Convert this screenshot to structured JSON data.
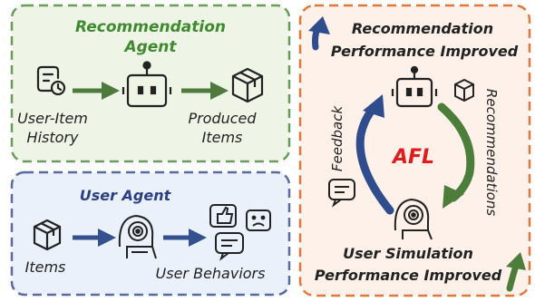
{
  "rec_agent": {
    "title_line1": "Recommendation",
    "title_line2": "Agent",
    "history_label_line1": "User-Item",
    "history_label_line2": "History",
    "produced_label_line1": "Produced",
    "produced_label_line2": "Items"
  },
  "user_agent": {
    "title": "User Agent",
    "items_label": "Items",
    "behaviors_label": "User Behaviors"
  },
  "afl_panel": {
    "top_title_line1": "Recommendation",
    "top_title_line2": "Performance Improved",
    "center_label": "AFL",
    "feedback_label": "Feedback",
    "recommendations_label": "Recommendations",
    "bottom_title_line1": "User Simulation",
    "bottom_title_line2": "Performance Improved"
  },
  "colors": {
    "green_border": "#6a9a5c",
    "green_fill": "#eef5e7",
    "green_text": "#3f8a2e",
    "blue_border": "#5a6b9e",
    "blue_fill": "#eaf1fa",
    "blue_text": "#2c3f86",
    "orange_border": "#e0783c",
    "orange_fill": "#fdf1ea",
    "afl_red": "#e01b1b",
    "arrow_green": "#4e7a3e",
    "arrow_blue": "#34508e",
    "afl_blue": "#2f4c8c",
    "afl_green": "#4d7d3a"
  },
  "icons": [
    "history-icon",
    "robot-icon",
    "box-icon",
    "robot-head-user-icon",
    "feedback-emoji-icons",
    "chat-bubble-icon"
  ]
}
